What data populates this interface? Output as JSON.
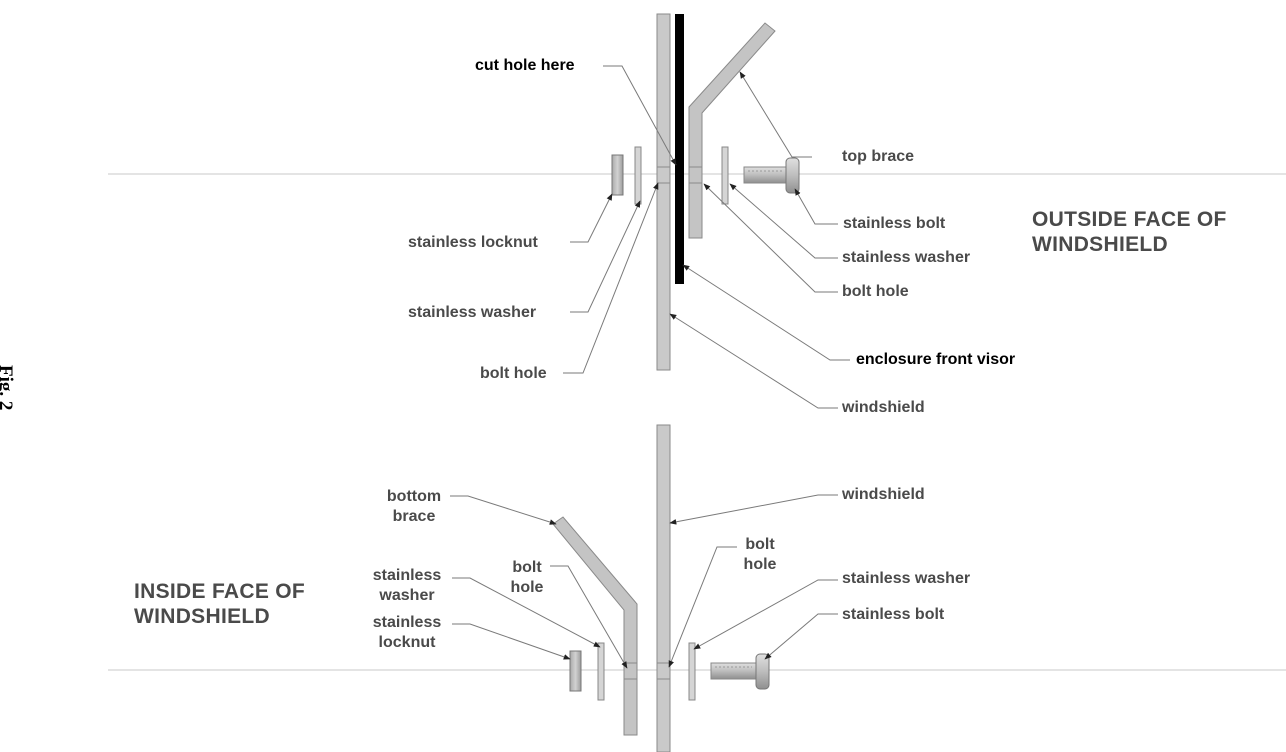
{
  "figure_label": "Fig. 2",
  "top_view": {
    "heading_line1": "OUTSIDE FACE OF",
    "heading_line2": "WINDSHIELD",
    "labels": {
      "cut_hole": "cut hole here",
      "top_brace": "top brace",
      "stainless_bolt": "stainless bolt",
      "stainless_washer_right": "stainless washer",
      "bolt_hole_right": "bolt hole",
      "stainless_locknut": "stainless locknut",
      "stainless_washer_left": "stainless washer",
      "bolt_hole_left": "bolt hole",
      "enclosure_front_visor": "enclosure front visor",
      "windshield": "windshield"
    }
  },
  "bottom_view": {
    "heading_line1": "INSIDE FACE OF",
    "heading_line2": "WINDSHIELD",
    "labels": {
      "bottom_brace_line1": "bottom",
      "bottom_brace_line2": "brace",
      "windshield": "windshield",
      "stainless_washer_left_line1": "stainless",
      "stainless_washer_left_line2": "washer",
      "bolt_hole_left_line1": "bolt",
      "bolt_hole_left_line2": "hole",
      "bolt_hole_right_line1": "bolt",
      "bolt_hole_right_line2": "hole",
      "stainless_washer_right": "stainless washer",
      "stainless_bolt": "stainless bolt",
      "stainless_locknut_line1": "stainless",
      "stainless_locknut_line2": "locknut"
    }
  }
}
